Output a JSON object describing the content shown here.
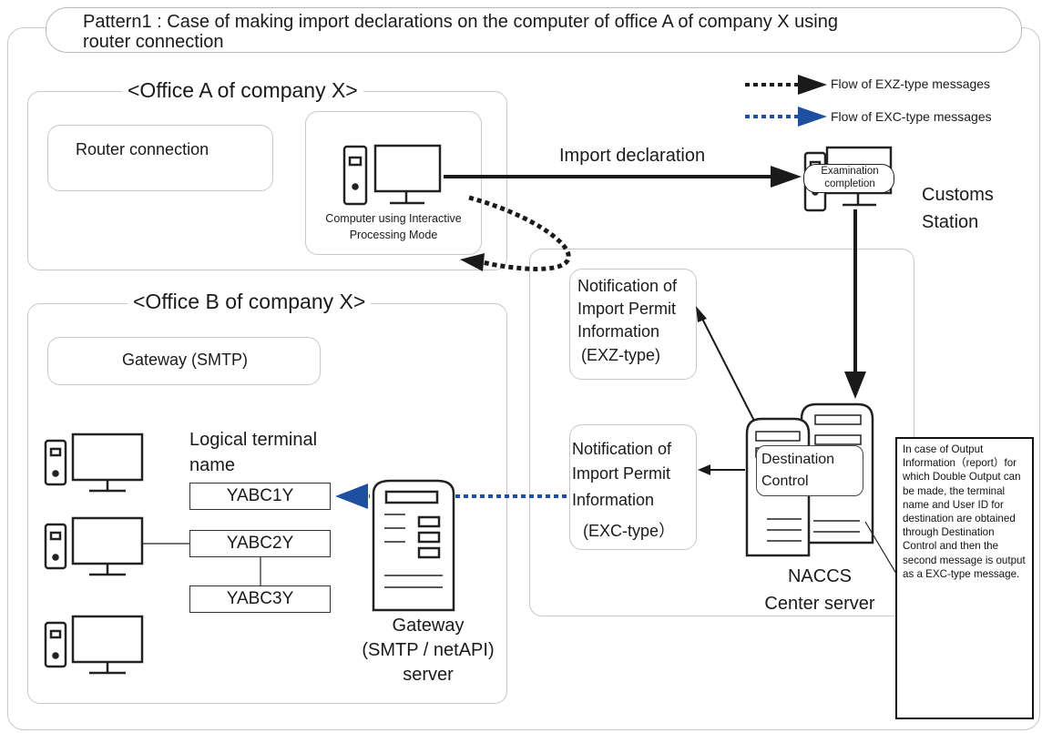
{
  "title": {
    "line1": "Pattern1 : Case of making import declarations on the computer of office A of company X using",
    "line2": "router connection"
  },
  "legend": {
    "exz": "Flow of EXZ-type messages",
    "exc": "Flow of EXC-type messages"
  },
  "office_a": {
    "title": "<Office A of company X>",
    "router": "Router connection",
    "computer_line1": "Computer using Interactive",
    "computer_line2": "Processing Mode"
  },
  "office_b": {
    "title": "<Office B of company X>",
    "gateway": "Gateway (SMTP)",
    "logical_line1": "Logical terminal",
    "logical_line2": "name",
    "terminals": [
      "YABC1Y",
      "YABC2Y",
      "YABC3Y"
    ],
    "gw_server_line1": "Gateway",
    "gw_server_line2": "(SMTP / netAPI)",
    "gw_server_line3": "server"
  },
  "flow": {
    "import_declaration": "Import declaration",
    "exam_line1": "Examination",
    "exam_line2": "completion",
    "customs_line1": "Customs",
    "customs_line2": "Station"
  },
  "notifications": {
    "exz": [
      "Notification of",
      "Import Permit",
      "Information",
      "(EXZ-type)"
    ],
    "exc": [
      "Notification of",
      "Import Permit",
      "Information",
      "(EXC-type）"
    ]
  },
  "naccs": {
    "dest_line1": "Destination",
    "dest_line2": "Control",
    "server_line1": "NACCS",
    "server_line2": "Center server"
  },
  "note": "In case of Output Information（report）for which Double Output can be made, the terminal name and User ID for destination  are obtained through Destination Control and then the second message is output as a EXC-type message.",
  "colors": {
    "exz": "#1a1a1a",
    "exc": "#1f4fa0",
    "border": "#c8c8c8"
  }
}
